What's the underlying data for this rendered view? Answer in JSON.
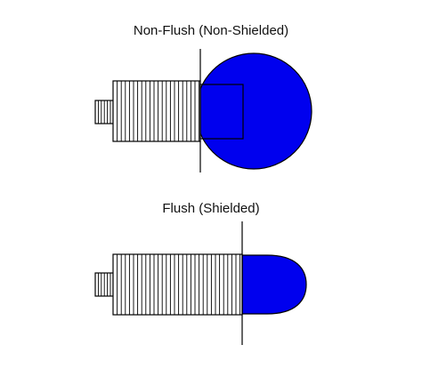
{
  "diagram": {
    "panels": [
      {
        "id": "non-flush",
        "title": "Non-Flush (Non-Shielded)"
      },
      {
        "id": "flush",
        "title": "Flush (Shielded)"
      }
    ],
    "colors": {
      "field": "#0000ee",
      "line": "#000000",
      "background": "#ffffff"
    }
  }
}
